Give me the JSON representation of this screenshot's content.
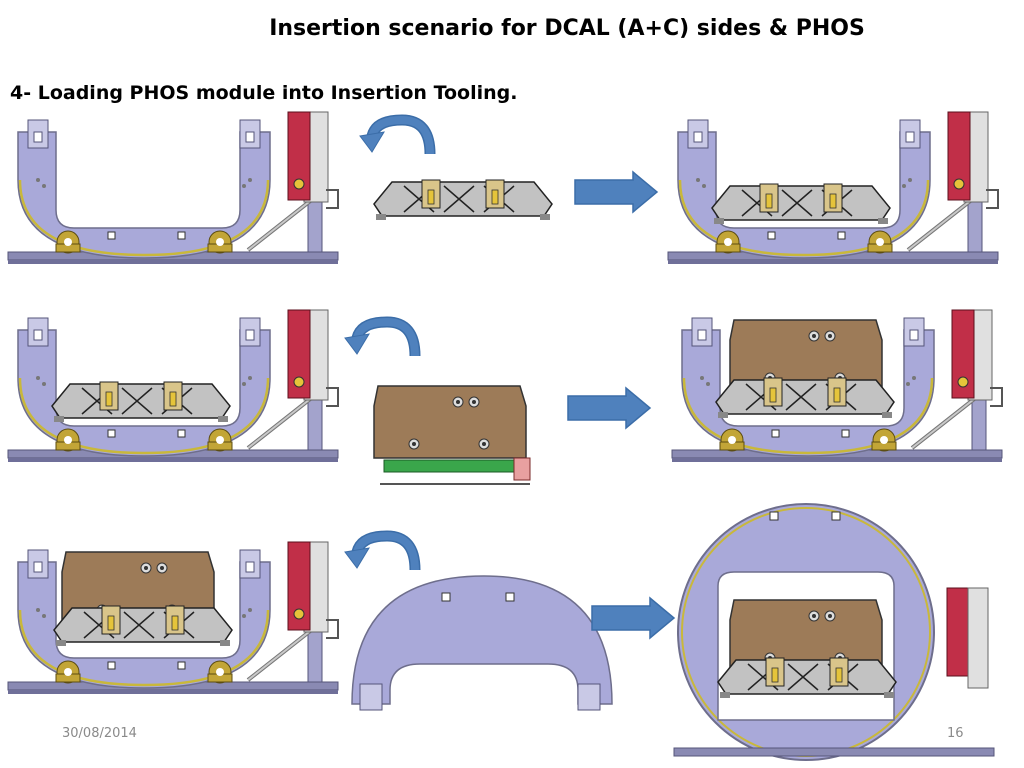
{
  "slide": {
    "title": "Insertion scenario for DCAL (A+C) sides & PHOS",
    "subtitle": "4- Loading PHOS module into Insertion Tooling.",
    "footer_date": "30/08/2014",
    "page_number": "16"
  },
  "colors": {
    "cradle": "#a9a9d9",
    "cradle_edge": "#6e6e8c",
    "rim": "#c9b83a",
    "frame": "#a3a3cc",
    "base": "#8a8ab3",
    "red_box": "#c12f48",
    "module_brown": "#9d7b58",
    "grey_part": "#c2c2c2",
    "arrow_blue": "#4f81bd",
    "roller_yellow": "#c2a537"
  },
  "steps": [
    {
      "id": "row-1",
      "loaded_part": "phos-support"
    },
    {
      "id": "row-2",
      "loaded_part": "phos-module"
    },
    {
      "id": "row-3",
      "loaded_part": "closing-half-ring"
    }
  ]
}
